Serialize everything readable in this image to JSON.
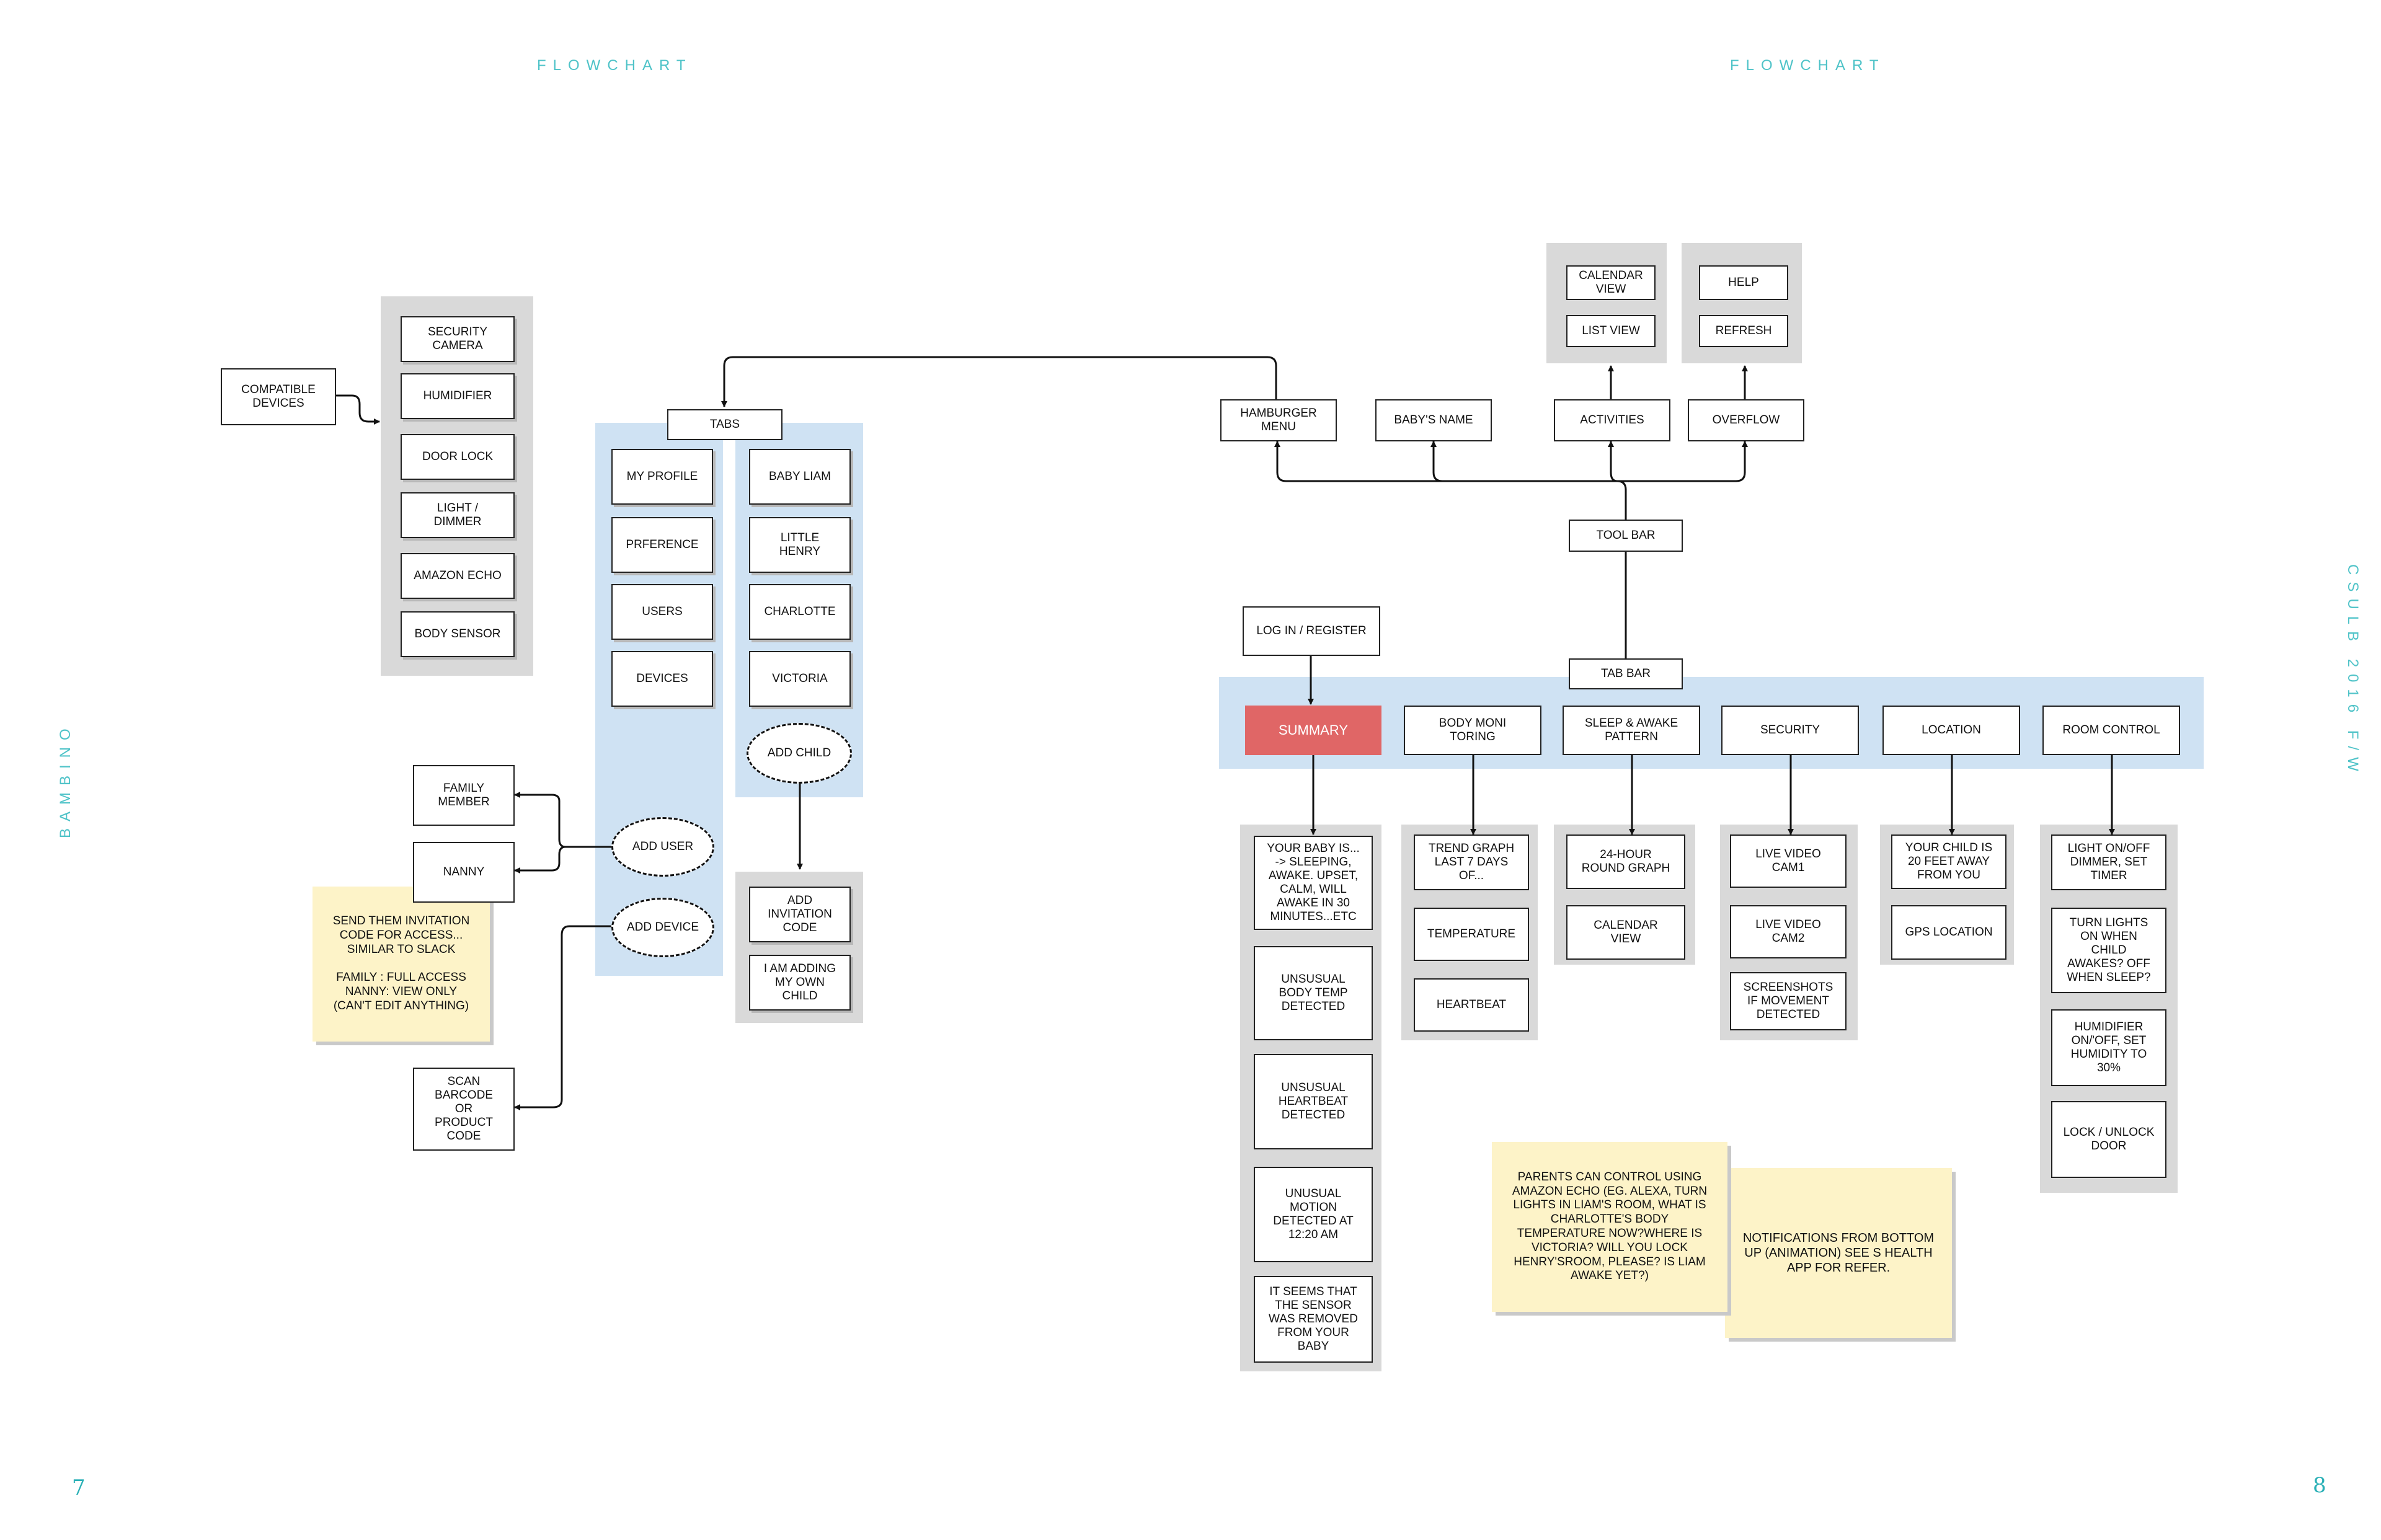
{
  "headers": {
    "left": "FLOWCHART",
    "right": "FLOWCHART"
  },
  "side_labels": {
    "left": "BAMBINO",
    "right": "CSULB 2016 F/W"
  },
  "page_numbers": {
    "left": "7",
    "right": "8"
  },
  "colors": {
    "accent": "#4fc3c8",
    "summary": "#e06666",
    "panel_blue": "#cfe2f3",
    "panel_gray": "#d9d9d9",
    "note": "#fdf3c8"
  },
  "left": {
    "compatible_devices": "COMPATIBLE\nDEVICES",
    "devices_list": [
      "SECURITY\nCAMERA",
      "HUMIDIFIER",
      "DOOR LOCK",
      "LIGHT /\nDIMMER",
      "AMAZON ECHO",
      "BODY SENSOR"
    ],
    "tabs": "TABS",
    "tab_items": [
      "MY PROFILE",
      "PRFERENCE",
      "USERS",
      "DEVICES"
    ],
    "children": [
      "BABY LIAM",
      "LITTLE\nHENRY",
      "CHARLOTTE",
      "VICTORIA"
    ],
    "add_child": "ADD CHILD",
    "add_user": "ADD USER",
    "add_device": "ADD DEVICE",
    "family_member": "FAMILY\nMEMBER",
    "nanny": "NANNY",
    "scan_barcode": "SCAN\nBARCODE\nOR\nPRODUCT\nCODE",
    "invite_options": [
      "ADD\nINVITATION\nCODE",
      "I AM ADDING\nMY OWN\nCHILD"
    ],
    "note": "SEND THEM INVITATION\nCODE  FOR ACCESS...\nSIMILAR TO SLACK\n\nFAMILY : FULL ACCESS\nNANNY:  VIEW ONLY\n(CAN'T EDIT ANYTHING)"
  },
  "right": {
    "calendar_list": [
      "CALENDAR\nVIEW",
      "LIST VIEW"
    ],
    "help_refresh": [
      "HELP",
      "REFRESH"
    ],
    "toolbar_items": [
      "HAMBURGER\nMENU",
      "BABY'S NAME",
      "ACTIVITIES",
      "OVERFLOW"
    ],
    "tool_bar": "TOOL BAR",
    "login": "LOG IN / REGISTER",
    "tab_bar": "TAB BAR",
    "tabs": [
      "SUMMARY",
      "BODY MONI\nTORING",
      "SLEEP & AWAKE\nPATTERN",
      "SECURITY",
      "LOCATION",
      "ROOM CONTROL"
    ],
    "summary_items": [
      "YOUR BABY IS...\n-> SLEEPING,\nAWAKE.  UPSET,\nCALM, WILL\nAWAKE IN 30\nMINUTES...ETC",
      "UNSUSUAL\nBODY TEMP\nDETECTED",
      "UNSUSUAL\nHEARTBEAT\nDETECTED",
      "UNUSUAL\nMOTION\nDETECTED AT\n12:20 AM",
      "IT SEEMS THAT\nTHE SENSOR\nWAS REMOVED\nFROM YOUR\nBABY"
    ],
    "body_items": [
      "TREND GRAPH\nLAST 7 DAYS\nOF...",
      "TEMPERATURE",
      "HEARTBEAT"
    ],
    "sleep_items": [
      "24-HOUR\nROUND GRAPH",
      "CALENDAR\nVIEW"
    ],
    "security_items": [
      "LIVE VIDEO\nCAM1",
      "LIVE VIDEO\nCAM2",
      "SCREENSHOTS\nIF MOVEMENT\nDETECTED"
    ],
    "location_items": [
      "YOUR CHILD IS\n20 FEET AWAY\nFROM YOU",
      "GPS LOCATION"
    ],
    "room_items": [
      "LIGHT ON/OFF\nDIMMER, SET\nTIMER",
      "TURN LIGHTS\nON WHEN\nCHILD\nAWAKES? OFF\nWHEN SLEEP?",
      "HUMIDIFIER\nON/'OFF, SET\nHUMIDITY TO\n30%",
      "LOCK  / UNLOCK\nDOOR"
    ],
    "note_echo": "PARENTS CAN CONTROL USING\nAMAZON ECHO (EG. ALEXA, TURN\nLIGHTS IN LIAM'S ROOM, WHAT IS\nCHARLOTTE'S BODY\nTEMPERATURE NOW?WHERE IS\nVICTORIA? WILL YOU LOCK\nHENRY'SROOM, PLEASE? IS LIAM\nAWAKE YET?)",
    "note_notifications": "NOTIFICATIONS FROM BOTTOM\nUP (ANIMATION) SEE S HEALTH\nAPP FOR REFER."
  }
}
